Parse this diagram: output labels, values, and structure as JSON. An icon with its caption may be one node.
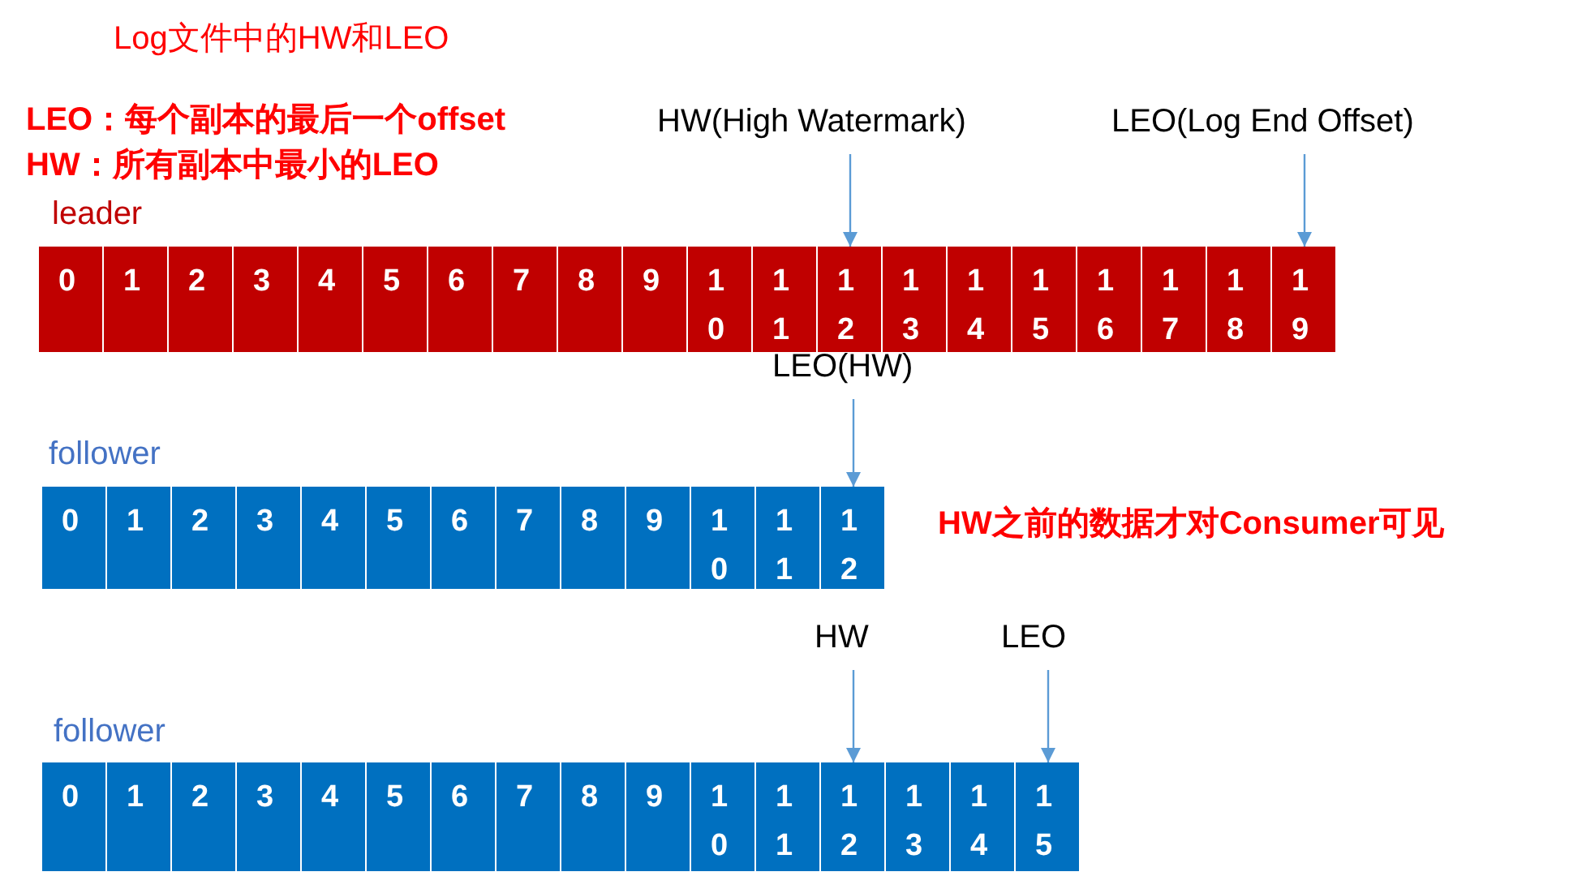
{
  "diagram": {
    "title": "Log文件中的HW和LEO",
    "nodes": [
      {
        "text": [
          "HW(High Watermark)"
        ]
      },
      {
        "text": [
          "LEO(Log End Offset)"
        ]
      },
      {
        "text": [],
        "shape": "bar"
      },
      {
        "text": [
          "0"
        ],
        "in": 2
      },
      {
        "text": [
          "1"
        ],
        "in": 2
      },
      {
        "text": [
          "2"
        ],
        "in": 2
      },
      {
        "text": [
          "3"
        ],
        "in": 2
      },
      {
        "text": [
          "4"
        ],
        "in": 2
      },
      {
        "text": [
          "5"
        ],
        "in": 2
      },
      {
        "text": [
          "6"
        ],
        "in": 2
      },
      {
        "text": [
          "7"
        ],
        "in": 2
      },
      {
        "text": [
          "8"
        ],
        "in": 2
      },
      {
        "text": [
          "9"
        ],
        "in": 2
      },
      {
        "text": [
          "10"
        ],
        "in": 2
      },
      {
        "text": [
          "11"
        ],
        "in": 2
      },
      {
        "text": [
          "12"
        ],
        "in": 2
      },
      {
        "text": [
          "13"
        ],
        "in": 2
      },
      {
        "text": [
          "14"
        ],
        "in": 2
      },
      {
        "text": [
          "15"
        ],
        "in": 2
      },
      {
        "text": [
          "16"
        ],
        "in": 2
      },
      {
        "text": [
          "17"
        ],
        "in": 2
      },
      {
        "text": [
          "18"
        ],
        "in": 2
      },
      {
        "text": [
          "19"
        ],
        "in": 2
      },
      {
        "text": [
          "LEO(HW)"
        ]
      },
      {
        "text": [],
        "shape": "bar"
      },
      {
        "text": [
          "0"
        ],
        "in": 24
      },
      {
        "text": [
          "1"
        ],
        "in": 24
      },
      {
        "text": [
          "2"
        ],
        "in": 24
      },
      {
        "text": [
          "3"
        ],
        "in": 24
      },
      {
        "text": [
          "4"
        ],
        "in": 24
      },
      {
        "text": [
          "5"
        ],
        "in": 24
      },
      {
        "text": [
          "6"
        ],
        "in": 24
      },
      {
        "text": [
          "7"
        ],
        "in": 24
      },
      {
        "text": [
          "8"
        ],
        "in": 24
      },
      {
        "text": [
          "9"
        ],
        "in": 24
      },
      {
        "text": [
          "10"
        ],
        "in": 24
      },
      {
        "text": [
          "11"
        ],
        "in": 24
      },
      {
        "text": [
          "12"
        ],
        "in": 24
      },
      {
        "text": [
          "HW"
        ]
      },
      {
        "text": [
          "LEO"
        ]
      },
      {
        "text": [],
        "shape": "bar"
      },
      {
        "text": [
          "0"
        ],
        "in": 40
      },
      {
        "text": [
          "1"
        ],
        "in": 40
      },
      {
        "text": [
          "2"
        ],
        "in": 40
      },
      {
        "text": [
          "3"
        ],
        "in": 40
      },
      {
        "text": [
          "4"
        ],
        "in": 40
      },
      {
        "text": [
          "5"
        ],
        "in": 40
      },
      {
        "text": [
          "6"
        ],
        "in": 40
      },
      {
        "text": [
          "7"
        ],
        "in": 40
      },
      {
        "text": [
          "8"
        ],
        "in": 40
      },
      {
        "text": [
          "9"
        ],
        "in": 40
      },
      {
        "text": [
          "10"
        ],
        "in": 40
      },
      {
        "text": [
          "11"
        ],
        "in": 40
      },
      {
        "text": [
          "12"
        ],
        "in": 40
      },
      {
        "text": [
          "13"
        ],
        "in": 40
      },
      {
        "text": [
          "14"
        ],
        "in": 40
      },
      {
        "text": [
          "15"
        ],
        "in": 40
      }
    ],
    "edges": [
      {
        "from": 0,
        "to": 15,
        "arrow": "to"
      },
      {
        "from": 1,
        "to": 22,
        "arrow": "to"
      },
      {
        "from": 23,
        "to": 37,
        "arrow": "to"
      },
      {
        "from": 38,
        "to": 53,
        "arrow": "to"
      },
      {
        "from": 39,
        "to": 56,
        "arrow": "to"
      }
    ],
    "labels": [
      "LEO：每个副本的最后一个offset",
      "HW：所有副本中最小的LEO",
      "leader",
      "follower",
      "HW之前的数据才对Consumer可见",
      "follower"
    ]
  }
}
